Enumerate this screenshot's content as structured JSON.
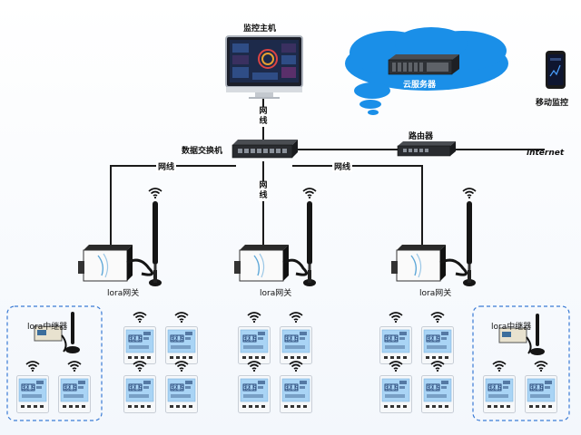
{
  "nodes": {
    "monitor_host": "监控主机",
    "cloud_server": "云服务器",
    "mobile_monitor": "移动监控",
    "switch": "数据交换机",
    "router": "路由器",
    "internet": "internet",
    "gateway_1": "lora网关",
    "gateway_2": "lora网关",
    "gateway_3": "lora网关",
    "repeater_left": "lora中继器",
    "repeater_right": "lora中继器"
  },
  "links": {
    "host_to_switch": "网线",
    "switch_left": "网线",
    "switch_mid": "网线",
    "switch_right": "网线"
  },
  "thermostat_reading": "32.5",
  "colors": {
    "line": "#1a1a1a",
    "cloud": "#1a8fe8",
    "dashed_box": "#3a7bd5",
    "screen": "#a9d4f5"
  },
  "icons": [
    "monitor-icon",
    "cloud-icon",
    "server-icon",
    "phone-icon",
    "switch-icon",
    "router-icon",
    "gateway-icon",
    "antenna-icon",
    "wifi-icon",
    "thermostat-icon",
    "repeater-icon"
  ]
}
